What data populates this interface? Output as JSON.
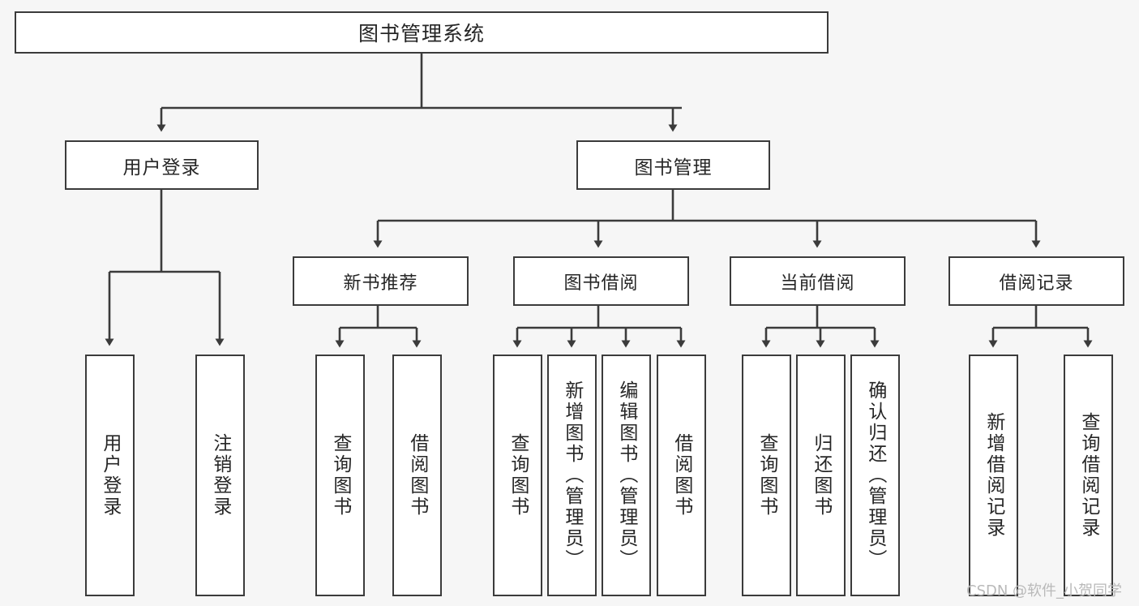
{
  "diagram": {
    "title": "图书管理系统",
    "type": "tree",
    "colors": {
      "background": "#f6f6f6",
      "node_fill": "#ffffff",
      "node_border": "#3b3b3b",
      "edge": "#3b3b3b",
      "text": "#262626",
      "watermark": "#b9b9b9"
    },
    "root": {
      "label": "图书管理系统"
    },
    "level1": [
      {
        "label": "用户登录"
      },
      {
        "label": "图书管理"
      }
    ],
    "level2": [
      {
        "label": "新书推荐"
      },
      {
        "label": "图书借阅"
      },
      {
        "label": "当前借阅"
      },
      {
        "label": "借阅记录"
      }
    ],
    "leaves": {
      "user_login": [
        {
          "label": "用户登录"
        },
        {
          "label": "注销登录"
        }
      ],
      "new_book_recommend": [
        {
          "label": "查询图书"
        },
        {
          "label": "借阅图书"
        }
      ],
      "book_borrow": [
        {
          "label": "查询图书"
        },
        {
          "label": "新增图书（管理员）"
        },
        {
          "label": "编辑图书（管理员）"
        },
        {
          "label": "借阅图书"
        }
      ],
      "current_borrow": [
        {
          "label": "查询图书"
        },
        {
          "label": "归还图书"
        },
        {
          "label": "确认归还（管理员）"
        }
      ],
      "borrow_record": [
        {
          "label": "新增借阅记录"
        },
        {
          "label": "查询借阅记录"
        }
      ]
    },
    "watermark": "CSDN @软件_小贺同学"
  }
}
